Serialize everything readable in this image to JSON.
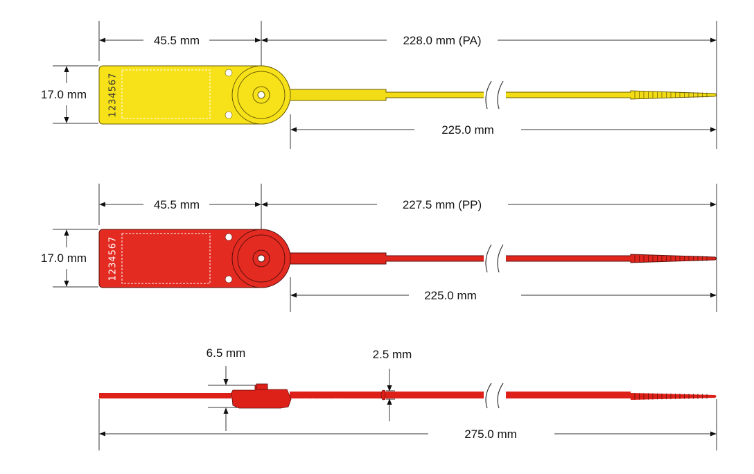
{
  "seals": [
    {
      "id": "pa",
      "serial": "1234567",
      "color": "#f7e21a",
      "strap_color": "#f2dc16",
      "outline": "#6a5c00",
      "dims": {
        "width": "45.5 mm",
        "total": "228.0 mm (PA)",
        "strap": "225.0 mm",
        "height": "17.0 mm"
      }
    },
    {
      "id": "pp",
      "serial": "1234567",
      "color": "#e32b22",
      "strap_color": "#df251c",
      "outline": "#5a0f0c",
      "dims": {
        "width": "45.5 mm",
        "total": "227.5 mm (PP)",
        "strap": "225.0 mm",
        "height": "17.0 mm"
      }
    }
  ],
  "side_view": {
    "color": "#dd2119",
    "dims": {
      "head_thickness": "6.5 mm",
      "strap_thickness": "2.5 mm",
      "overall_length": "275.0 mm"
    }
  }
}
